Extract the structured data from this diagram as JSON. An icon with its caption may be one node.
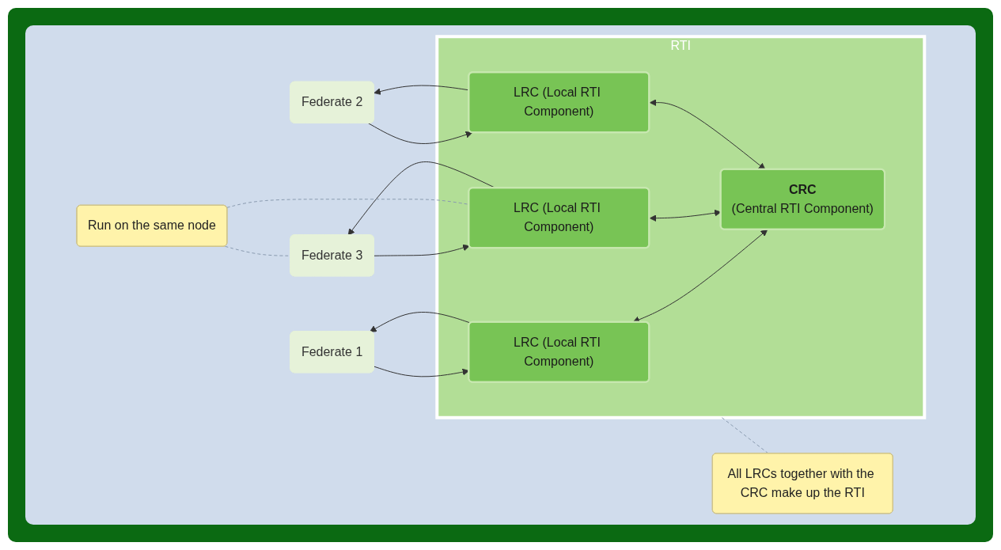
{
  "diagram": {
    "nodes": [
      {
        "text": [
          "RTI"
        ]
      },
      {
        "text": [
          "Federate 1"
        ]
      },
      {
        "text": [
          "LRC (Local RTI Component)"
        ],
        "in": 0
      },
      {
        "text": [
          "LRC (Local RTI Component)"
        ],
        "in": 0
      },
      {
        "text": [
          "Federate 3"
        ]
      },
      {
        "text": [
          "CRC",
          "(Central RTI Component)"
        ],
        "in": 0
      },
      {
        "text": [
          "Run on the same node"
        ]
      },
      {
        "text": [
          "Federate 2"
        ]
      },
      {
        "text": [
          "LRC (Local RTI Component)"
        ],
        "in": 0
      },
      {
        "text": [
          "All LRCs together with the CRC make up the RTI"
        ]
      }
    ],
    "edges": [
      {
        "from": 1,
        "to": 2,
        "arrow": "to"
      },
      {
        "from": 2,
        "to": 1,
        "arrow": "to"
      },
      {
        "from": 4,
        "to": 3,
        "arrow": "to"
      },
      {
        "from": 3,
        "to": 4,
        "arrow": "to"
      },
      {
        "from": 2,
        "to": 5,
        "arrow": "both"
      },
      {
        "from": 3,
        "to": 5,
        "arrow": "both"
      },
      {
        "from": 8,
        "to": 5,
        "arrow": "both"
      },
      {
        "from": 7,
        "to": 8,
        "arrow": "to"
      },
      {
        "from": 8,
        "to": 7,
        "arrow": "to"
      },
      {
        "from": 6,
        "to": 3,
        "arrow": "none",
        "style": "dashed",
        "color": "#8a9bb0"
      },
      {
        "from": 6,
        "to": 4,
        "arrow": "none",
        "style": "dashed",
        "color": "#8a9bb0"
      },
      {
        "from": 9,
        "to": 0,
        "arrow": "none",
        "style": "dashed",
        "color": "#8a9bb0"
      }
    ]
  }
}
